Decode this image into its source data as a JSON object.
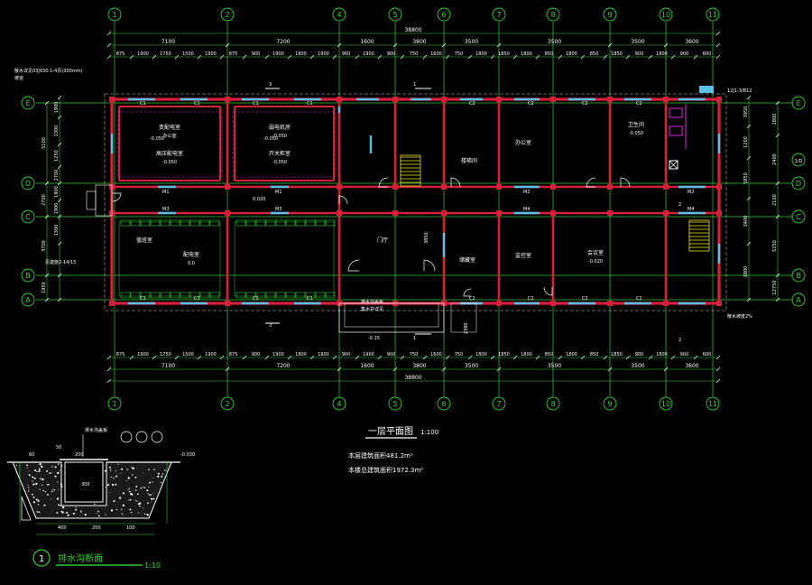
{
  "drawing": {
    "plan_title": "一层平面图",
    "plan_scale": "1:100",
    "area_this_floor": "本层建筑面积481.2m²",
    "area_total": "本楼总建筑面积1972.3m²",
    "section_number": "1",
    "section_title": "排水沟断面",
    "section_scale": "1:10"
  },
  "colors": {
    "background": "#000000",
    "grid_line": "#2fd12f",
    "wall": "#d6203a",
    "window": "#5bc0e8",
    "door": "#ffffff",
    "stair": "#f0e020",
    "fixture": "#e020e0"
  },
  "axes": {
    "vertical": [
      "1",
      "2",
      "4",
      "5",
      "6",
      "7",
      "8",
      "9",
      "10",
      "11"
    ],
    "horizontal": [
      "E",
      "D",
      "C",
      "B",
      "A"
    ],
    "extra_marker": "1/D"
  },
  "dims": {
    "total": "38800",
    "bays_top": [
      "7100",
      "7200",
      "1600",
      "3800",
      "3500",
      "3500",
      "3500",
      "3600"
    ],
    "bays_bottom": [
      "7100",
      "7200",
      "1600",
      "3800",
      "3500",
      "3500",
      "3500",
      "3600"
    ],
    "detail_top": [
      "875",
      "1900",
      "1750",
      "1500",
      "1900",
      "875",
      "900",
      "1900",
      "1800",
      "1900",
      "900",
      "1900",
      "900",
      "750",
      "1600",
      "750",
      "1800",
      "1850",
      "1800",
      "850",
      "1800",
      "850",
      "1850",
      "900",
      "1800",
      "900",
      "600"
    ],
    "detail_bottom": [
      "875",
      "1900",
      "1750",
      "1500",
      "1900",
      "875",
      "900",
      "1900",
      "1800",
      "1900",
      "900",
      "1900",
      "900",
      "750",
      "1600",
      "750",
      "1800",
      "1850",
      "1800",
      "850",
      "1800",
      "850",
      "1850",
      "900",
      "1800",
      "900",
      "600"
    ],
    "left_rows": [
      "5100",
      "2700",
      "3700",
      "1950"
    ],
    "left_detail": [
      "1900",
      "1300",
      "1250",
      "2700",
      "1900",
      "1900",
      "1300"
    ],
    "right_rows": [
      "1800",
      "2400",
      "2100",
      "5250",
      "12750"
    ],
    "right_extra": [
      "3950",
      "1200",
      "5950",
      "3400",
      "1800"
    ]
  },
  "rooms": [
    {
      "label": "变配电室",
      "sub": "办公室"
    },
    {
      "label": "高压配电室",
      "sub": "-0.050"
    },
    {
      "label": "弱电机房",
      "sub": "-0.050"
    },
    {
      "label": "开关柜室",
      "sub": "-0.050"
    },
    {
      "label": "配电室",
      "sub": "0.0"
    },
    {
      "label": "值班室",
      "sub": ""
    },
    {
      "label": "门厅",
      "sub": ""
    },
    {
      "label": "楼梯间",
      "sub": ""
    },
    {
      "label": "办公室",
      "sub": ""
    },
    {
      "label": "卫生间",
      "sub": "-0.050"
    },
    {
      "label": "储藏室",
      "sub": ""
    },
    {
      "label": "监控室",
      "sub": ""
    },
    {
      "label": "会议室",
      "sub": "-0.020"
    }
  ],
  "notes": [
    "散水详见03J930-1-4页(300mm)",
    "坡道",
    "12J1-3/B12",
    "见建施2-14/15",
    "-0.15",
    "散水坡度2%",
    "排水沟盖板",
    "集水井详见",
    "-0.030"
  ],
  "labels": {
    "elev_a": "-0.050",
    "elev_b": "-0.050",
    "elev_c": "0.020",
    "section_mark_3": "3",
    "section_mark_2": "2",
    "section_mark_1": "1",
    "steel_label": "C",
    "win_1": "C1",
    "win_2": "C2",
    "door_1": "M1",
    "door_2": "M2",
    "door_3": "M3",
    "door_4": "M4",
    "elev_10": "2380",
    "elev_11": "3850",
    "sec_dim1": "300",
    "sec_dim2": "200",
    "sec_dim3": "400",
    "sec_dim4": "100",
    "sec_depth": "300",
    "sec_w1": "60",
    "sec_w2": "50"
  }
}
